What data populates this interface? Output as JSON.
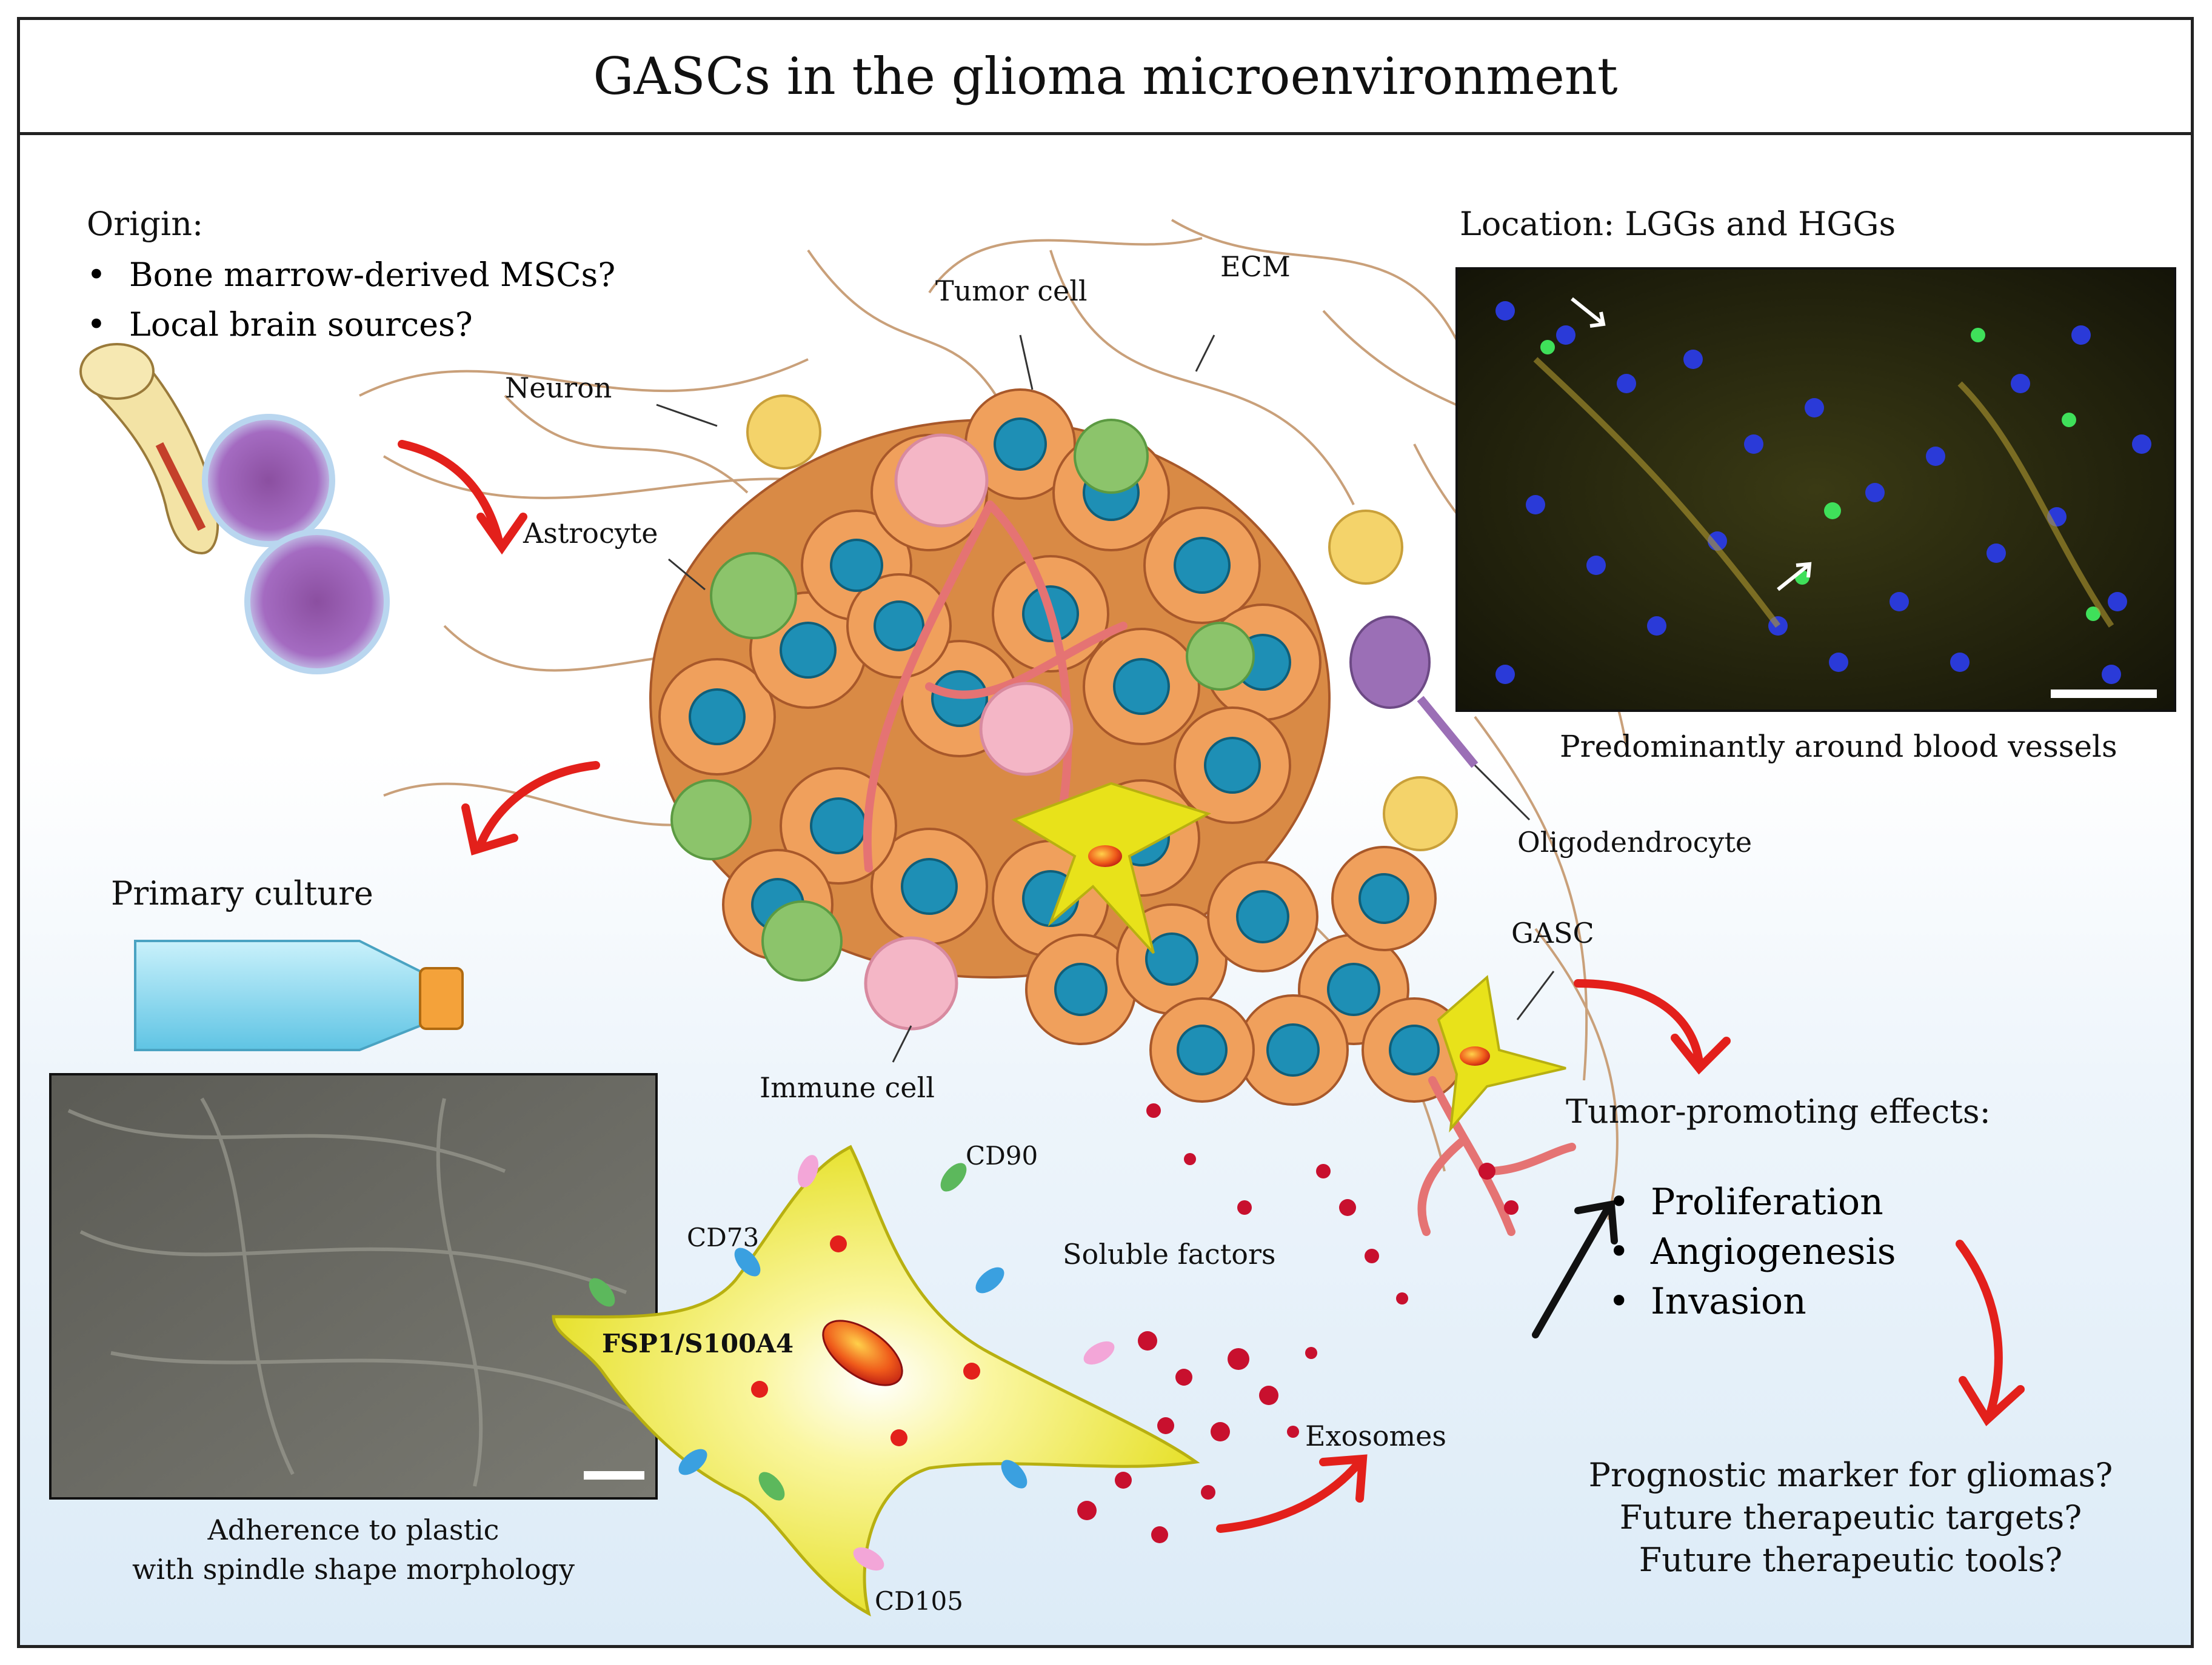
{
  "title": "GASCs in the glioma microenvironment",
  "origin": {
    "heading": "Origin:",
    "items": [
      "Bone marrow-derived MSCs?",
      "Local brain sources?"
    ]
  },
  "location": {
    "heading": "Location: LGGs and HGGs",
    "caption": "Predominantly around blood vessels"
  },
  "labels": {
    "neuron": "Neuron",
    "tumor_cell": "Tumor cell",
    "ecm": "ECM",
    "astrocyte": "Astrocyte",
    "oligodendrocyte": "Oligodendrocyte",
    "gasc": "GASC",
    "immune_cell": "Immune cell"
  },
  "primary_culture": {
    "heading": "Primary culture",
    "caption_line1": "Adherence to plastic",
    "caption_line2": "with spindle shape morphology"
  },
  "markers": {
    "cd90": "CD90",
    "cd73": "CD73",
    "cd105": "CD105",
    "fsp1": "FSP1/S100A4"
  },
  "secretion": {
    "soluble_factors": "Soluble factors",
    "exosomes": "Exosomes"
  },
  "effects": {
    "heading": "Tumor-promoting effects:",
    "items": [
      "Proliferation",
      "Angiogenesis",
      "Invasion"
    ]
  },
  "questions": [
    "Prognostic marker for gliomas?",
    "Future therapeutic targets?",
    "Future therapeutic tools?"
  ],
  "colors": {
    "arrow_red": "#e3201b",
    "tumor_orange": "#e8924a",
    "nucleus_blue": "#1e8fb5",
    "gasc_yellow": "#e8e21a",
    "astrocyte_green": "#8cc46b",
    "neuron_yellow": "#f4d36a",
    "oligodendrocyte_purple": "#9b6fb6",
    "vessel_red": "#e57373",
    "immune_pink": "#f4b6c6",
    "cd90_green": "#5cb85c",
    "cd73_blue": "#3aa0e0",
    "cd105_pink": "#f3a6d8"
  }
}
